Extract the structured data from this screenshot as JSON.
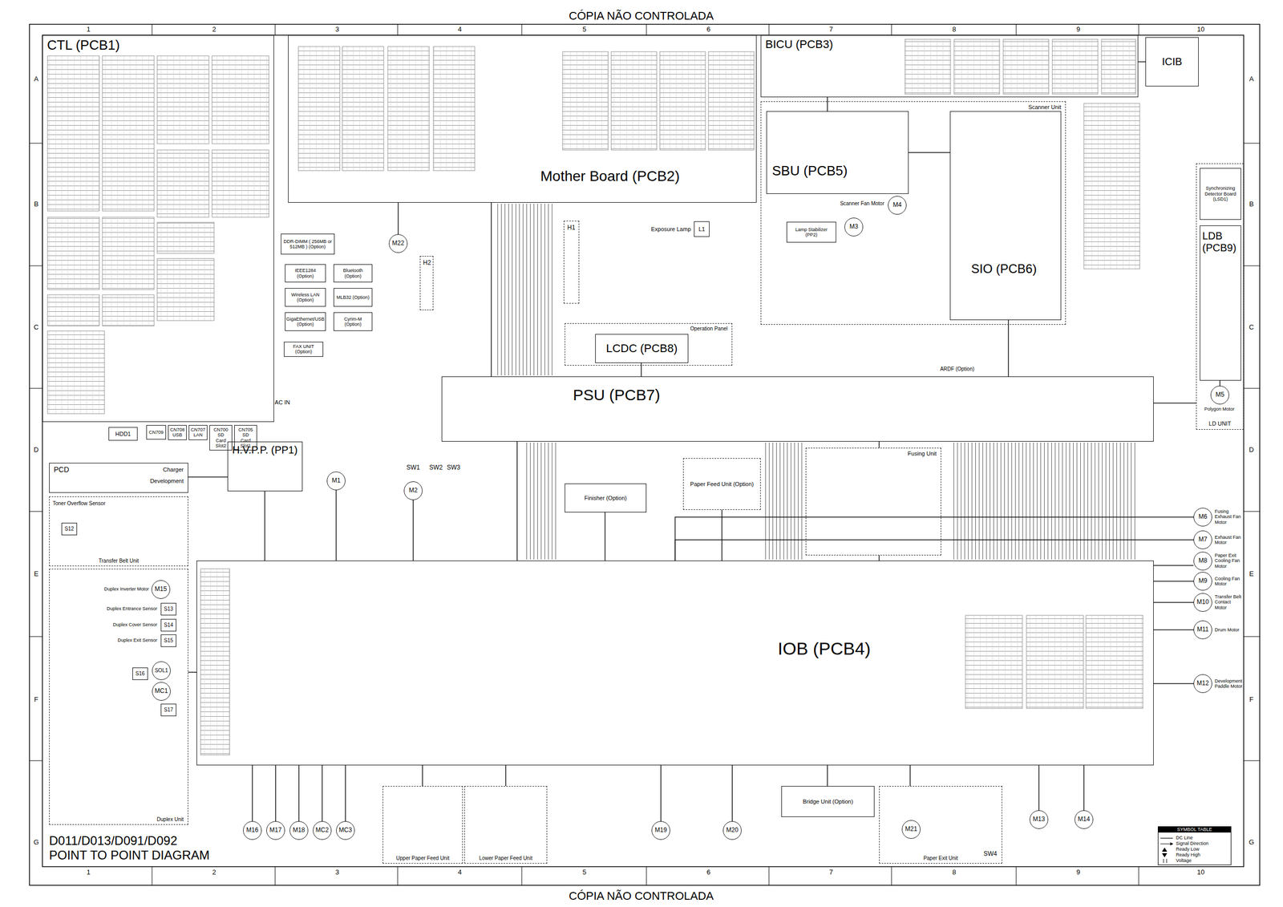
{
  "diagram": {
    "title": "D011/D013/D091/D092 POINT TO POINT DIAGRAM",
    "nodes": [
      {
        "text": [
          "CTL (PCB1)"
        ]
      },
      {
        "text": [
          "HDD1"
        ]
      },
      {
        "text": [
          "CN709"
        ]
      },
      {
        "text": [
          "CN708",
          "USB"
        ]
      },
      {
        "text": [
          "CN707",
          "LAN"
        ]
      },
      {
        "text": [
          "CN700",
          "SD Card Slot2"
        ]
      },
      {
        "text": [
          "CN705",
          "SD Card Slot1"
        ]
      },
      {
        "text": [
          "Mother Board (PCB2)"
        ]
      },
      {
        "text": [
          "DDR-DIMM ( 256MB or 512MB ) (Option)"
        ]
      },
      {
        "text": [
          "IEEE1284 (Option)"
        ]
      },
      {
        "text": [
          "Bluetooth (Option)"
        ]
      },
      {
        "text": [
          "Wireless LAN (Option)"
        ]
      },
      {
        "text": [
          "MLB32 (Option)"
        ]
      },
      {
        "text": [
          "GigaEthernet/USB (Option)"
        ]
      },
      {
        "text": [
          "Cyrim-M (Option)"
        ]
      },
      {
        "text": [
          "FAX UNIT (Option)"
        ]
      },
      {
        "text": [
          "M22"
        ]
      },
      {
        "text": [
          "BICU (PCB3)"
        ]
      },
      {
        "text": [
          "ICIB"
        ]
      },
      {
        "text": [
          "Scanner Unit"
        ]
      },
      {
        "text": [
          "SBU (PCB5)"
        ],
        "in": 19
      },
      {
        "text": [
          "SIO (PCB6)"
        ],
        "in": 19
      },
      {
        "text": [
          "Lamp Stabilizer (PP2)"
        ],
        "in": 19
      },
      {
        "text": [
          "M3"
        ],
        "in": 19
      },
      {
        "text": [
          "M4"
        ],
        "in": 19
      },
      {
        "text": [
          "L1"
        ]
      },
      {
        "text": [
          "Operation Panel"
        ]
      },
      {
        "text": [
          "LCDC (PCB8)"
        ],
        "in": 26
      },
      {
        "text": [
          "H1"
        ]
      },
      {
        "text": [
          "H2"
        ]
      },
      {
        "text": [
          "LD UNIT"
        ]
      },
      {
        "text": [
          "Synchronizing Detector Board (LSD1)"
        ],
        "in": 30
      },
      {
        "text": [
          "LDB (PCB9)"
        ],
        "in": 30
      },
      {
        "text": [
          "M5"
        ],
        "in": 30
      },
      {
        "text": [
          "PSU (PCB7)"
        ]
      },
      {
        "text": [
          "H.V.P.P. (PP1)"
        ]
      },
      {
        "text": [
          "PCD"
        ]
      },
      {
        "text": [
          "Transfer Belt Unit"
        ]
      },
      {
        "text": [
          "S12"
        ],
        "in": 37
      },
      {
        "text": [
          "Duplex Unit"
        ]
      },
      {
        "text": [
          "M15"
        ],
        "in": 39
      },
      {
        "text": [
          "S13"
        ],
        "in": 39
      },
      {
        "text": [
          "S14"
        ],
        "in": 39
      },
      {
        "text": [
          "S15"
        ],
        "in": 39
      },
      {
        "text": [
          "S16"
        ],
        "in": 39
      },
      {
        "text": [
          "SOL1"
        ],
        "in": 39
      },
      {
        "text": [
          "MC1"
        ],
        "in": 39
      },
      {
        "text": [
          "S17"
        ],
        "in": 39
      },
      {
        "text": [
          "IOB (PCB4)"
        ]
      },
      {
        "text": [
          "Finisher (Option)"
        ]
      },
      {
        "text": [
          "Paper Feed Unit (Option)"
        ]
      },
      {
        "text": [
          "Fusing Unit"
        ]
      },
      {
        "text": [
          "M1"
        ]
      },
      {
        "text": [
          "M2"
        ]
      },
      {
        "text": [
          "M16"
        ]
      },
      {
        "text": [
          "M17"
        ]
      },
      {
        "text": [
          "M18"
        ]
      },
      {
        "text": [
          "MC2"
        ]
      },
      {
        "text": [
          "MC3"
        ]
      },
      {
        "text": [
          "Upper Paper Feed Unit"
        ]
      },
      {
        "text": [
          "Lower Paper Feed Unit"
        ]
      },
      {
        "text": [
          "M19"
        ]
      },
      {
        "text": [
          "M20"
        ]
      },
      {
        "text": [
          "Bridge Unit (Option)"
        ]
      },
      {
        "text": [
          "Paper Exit Unit"
        ]
      },
      {
        "text": [
          "M21"
        ],
        "in": 64
      },
      {
        "text": [
          "M13"
        ]
      },
      {
        "text": [
          "M14"
        ]
      },
      {
        "text": [
          "M6"
        ]
      },
      {
        "text": [
          "M7"
        ]
      },
      {
        "text": [
          "M8"
        ]
      },
      {
        "text": [
          "M9"
        ]
      },
      {
        "text": [
          "M10"
        ]
      },
      {
        "text": [
          "M11"
        ]
      },
      {
        "text": [
          "M12"
        ]
      }
    ],
    "edges": [
      {
        "from": 7,
        "to": 34,
        "arrow": "none"
      },
      {
        "from": 7,
        "to": 16,
        "arrow": "none"
      },
      {
        "from": 17,
        "to": 20,
        "arrow": "none"
      },
      {
        "from": 17,
        "to": 18,
        "arrow": "none"
      },
      {
        "from": 20,
        "to": 21,
        "arrow": "none"
      },
      {
        "from": 21,
        "to": 34,
        "arrow": "none"
      },
      {
        "from": 27,
        "to": 34,
        "arrow": "none"
      },
      {
        "from": 34,
        "to": 48,
        "arrow": "none"
      },
      {
        "from": 36,
        "to": 35,
        "arrow": "none"
      },
      {
        "from": 35,
        "to": 48,
        "arrow": "none"
      },
      {
        "from": 39,
        "to": 48,
        "arrow": "none"
      },
      {
        "from": 49,
        "to": 48,
        "arrow": "none"
      },
      {
        "from": 50,
        "to": 48,
        "arrow": "none"
      },
      {
        "from": 34,
        "to": 51,
        "arrow": "none"
      },
      {
        "from": 51,
        "to": 48,
        "arrow": "none"
      },
      {
        "from": 52,
        "to": 48,
        "arrow": "none"
      },
      {
        "from": 53,
        "to": 48,
        "arrow": "none"
      },
      {
        "from": 48,
        "to": 54,
        "arrow": "none"
      },
      {
        "from": 48,
        "to": 55,
        "arrow": "none"
      },
      {
        "from": 48,
        "to": 56,
        "arrow": "none"
      },
      {
        "from": 48,
        "to": 57,
        "arrow": "none"
      },
      {
        "from": 48,
        "to": 58,
        "arrow": "none"
      },
      {
        "from": 48,
        "to": 59,
        "arrow": "none"
      },
      {
        "from": 48,
        "to": 60,
        "arrow": "none"
      },
      {
        "from": 48,
        "to": 61,
        "arrow": "none"
      },
      {
        "from": 48,
        "to": 62,
        "arrow": "none"
      },
      {
        "from": 48,
        "to": 63,
        "arrow": "none"
      },
      {
        "from": 48,
        "to": 64,
        "arrow": "none"
      },
      {
        "from": 48,
        "to": 66,
        "arrow": "none"
      },
      {
        "from": 48,
        "to": 67,
        "arrow": "none"
      },
      {
        "from": 48,
        "to": 68,
        "arrow": "none"
      },
      {
        "from": 48,
        "to": 69,
        "arrow": "none"
      },
      {
        "from": 48,
        "to": 70,
        "arrow": "none"
      },
      {
        "from": 48,
        "to": 71,
        "arrow": "none"
      },
      {
        "from": 48,
        "to": 72,
        "arrow": "none"
      },
      {
        "from": 48,
        "to": 73,
        "arrow": "none"
      },
      {
        "from": 48,
        "to": 74,
        "arrow": "none"
      },
      {
        "from": 32,
        "to": 33,
        "arrow": "none"
      },
      {
        "from": 34,
        "to": 30,
        "arrow": "none"
      }
    ],
    "labels": [
      "CÓPIA NÃO CONTROLADA",
      "CÓPIA NÃO CONTROLADA",
      "1",
      "2",
      "3",
      "4",
      "5",
      "6",
      "7",
      "8",
      "9",
      "10",
      "1",
      "2",
      "3",
      "4",
      "5",
      "6",
      "7",
      "8",
      "9",
      "10",
      "A",
      "B",
      "C",
      "D",
      "E",
      "F",
      "G",
      "A",
      "B",
      "C",
      "D",
      "E",
      "F",
      "G",
      "SW1",
      "SW2",
      "SW3",
      "SW4",
      "Exposure Lamp",
      "Charger",
      "Development",
      "Toner Overflow Sensor",
      "Scanner Fan Motor",
      "Polygon Motor",
      "AC IN",
      "ARDF (Option)",
      "Duplex Inverter Motor",
      "Duplex Entrance Sensor",
      "Duplex Cover Sensor",
      "Duplex Exit Sensor",
      "Fusing Exhaust Fan Motor",
      "Exhaust Fan Motor",
      "Paper Exit Cooling Fan Motor",
      "Cooling Fan Motor",
      "Transfer Belt Contact Motor",
      "Drum Motor",
      "Development Paddle Motor",
      "SYMBOL TABLE"
    ],
    "legend": [
      {
        "text": "DC Line"
      },
      {
        "text": "Signal Direction"
      },
      {
        "text": "Ready Low"
      },
      {
        "text": "Ready High"
      },
      {
        "text": "Voltage"
      }
    ]
  }
}
